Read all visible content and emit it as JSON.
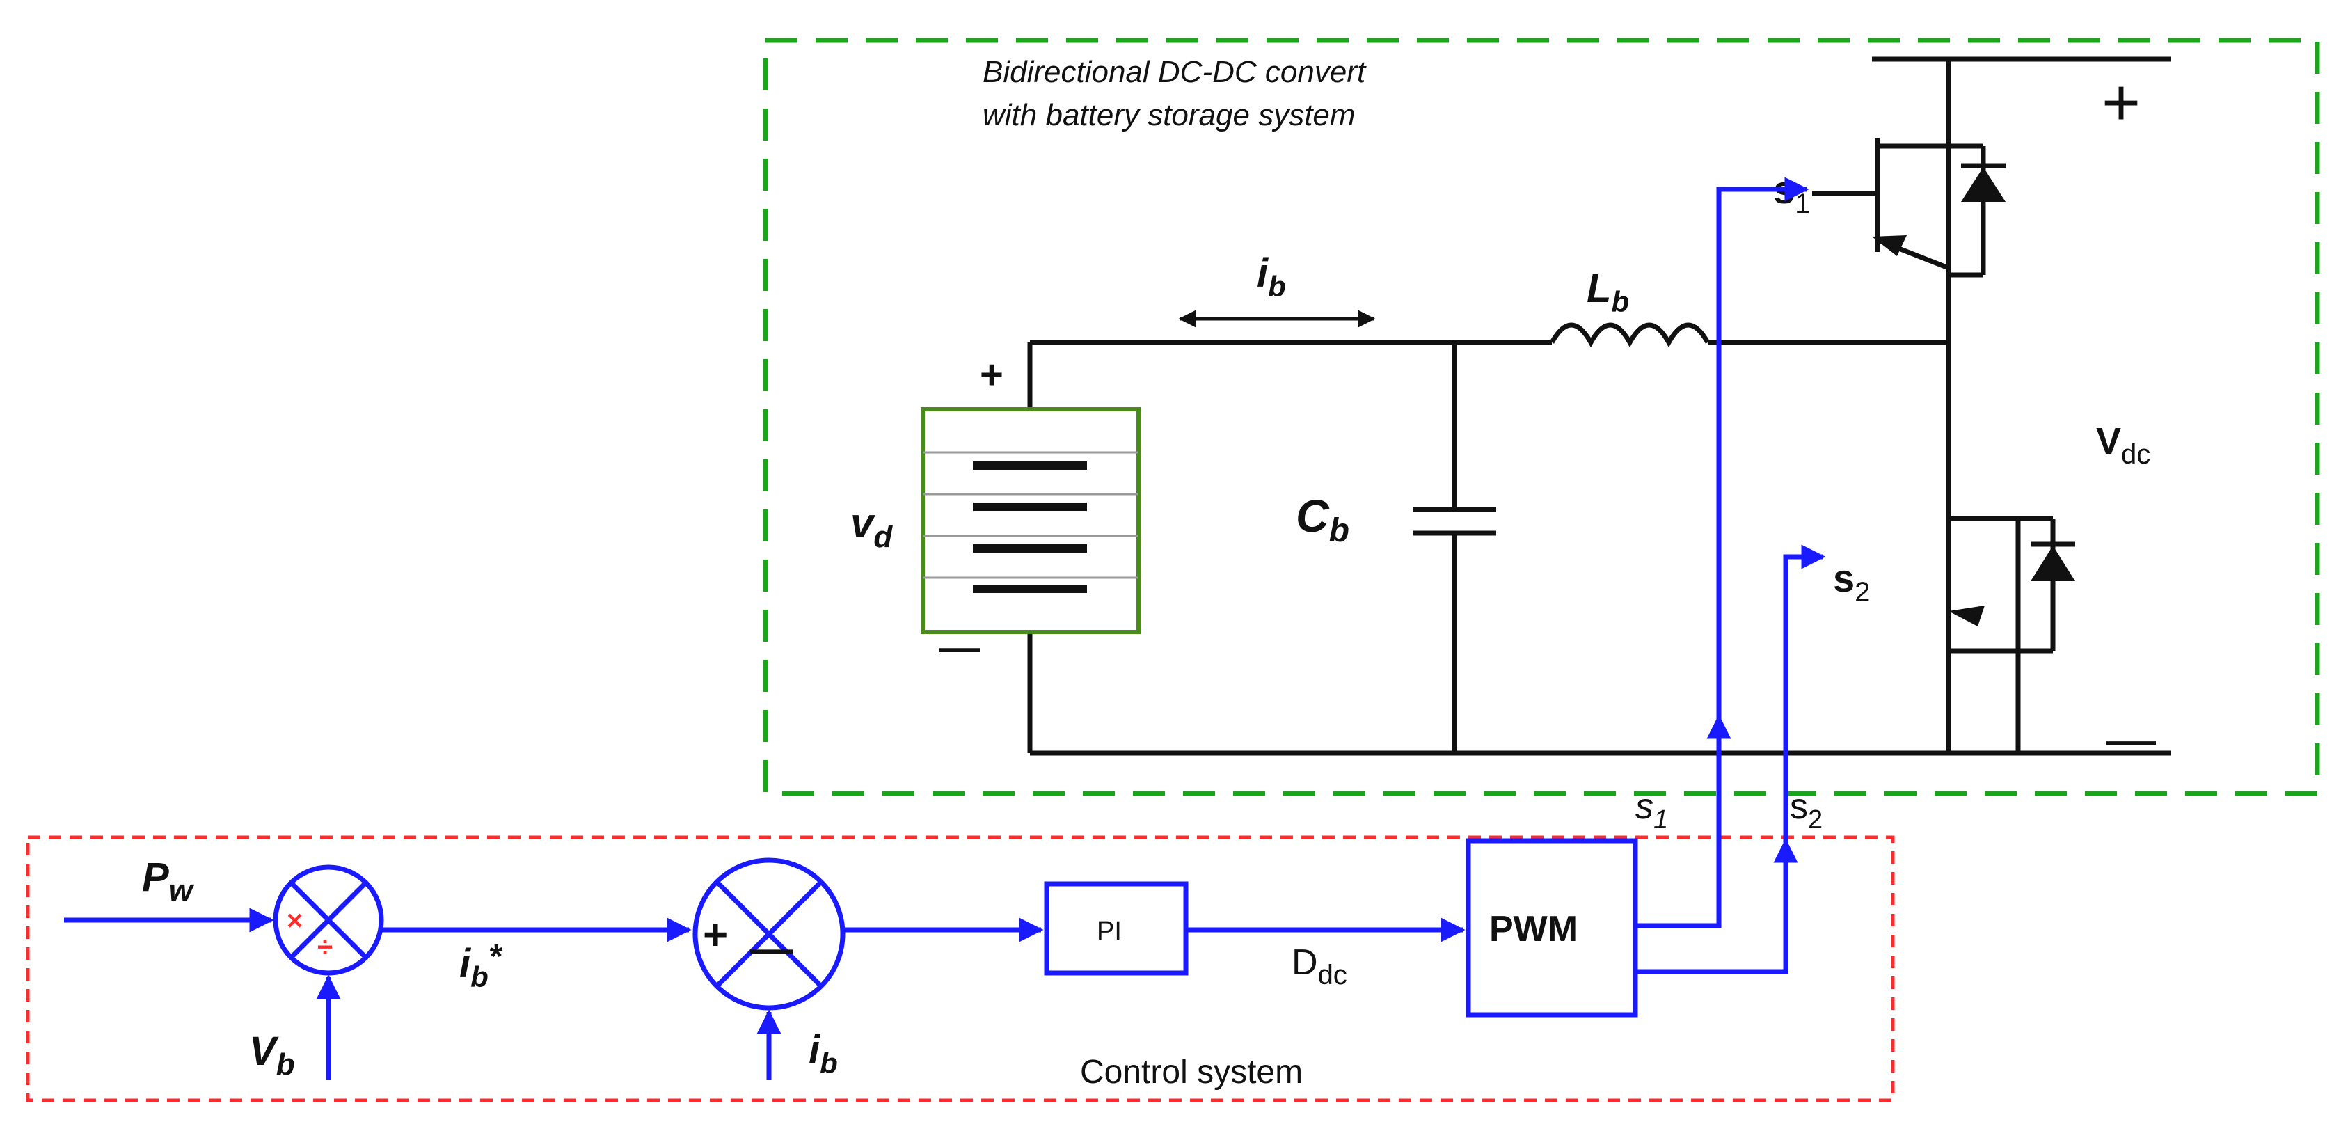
{
  "converter": {
    "title_line1": "Bidirectional DC-DC convert",
    "title_line2": "with battery storage system",
    "plus_sign": "+",
    "minus_sign": "—",
    "battery_plus": "+",
    "battery_minus": "—",
    "vd_label": "v",
    "vd_sub": "d",
    "ib_label": "i",
    "ib_sub": "b",
    "lb_label": "L",
    "lb_sub": "b",
    "cb_label": "C",
    "cb_sub": "b",
    "s1_label": "s",
    "s1_sub": "1",
    "s2_label": "s",
    "s2_sub": "2",
    "vdc_label": "V",
    "vdc_sub": "dc"
  },
  "control": {
    "title": "Control  system",
    "pw_label": "P",
    "pw_sub": "w",
    "vb_label": "V",
    "vb_sub": "b",
    "ibstar_label": "i",
    "ibstar_sub": "b",
    "ibstar_sup": "*",
    "ib_label": "i",
    "ib_sub": "b",
    "pi_label": "PI",
    "ddc_label": "D",
    "ddc_sub": "dc",
    "pwm_label": "PWM",
    "s1_label": "s",
    "s1_sub": "1",
    "s2_label": "s",
    "s2_sub": "2",
    "mult_sign": "×",
    "div_sign": "÷",
    "sum_plus": "+",
    "sum_minus": "—"
  },
  "colors": {
    "green_border": "#1aa51a",
    "red_border": "#ff2a2a",
    "signal_blue": "#1a1aff",
    "battery_green": "#4a8c1a",
    "circuit_black": "#111111"
  }
}
